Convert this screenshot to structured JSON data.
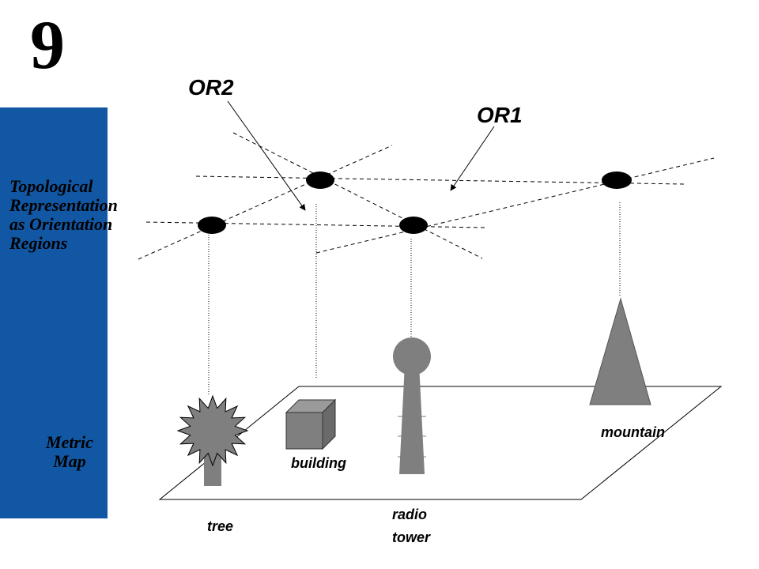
{
  "slide": {
    "number": "9"
  },
  "labels": {
    "topological": [
      "Topological",
      "Representation",
      "as Orientation",
      "Regions"
    ],
    "metric": [
      "Metric",
      "Map"
    ]
  },
  "regions": {
    "or1": "OR1",
    "or2": "OR2"
  },
  "landmarks": {
    "tree": "tree",
    "building": "building",
    "radio_tower": [
      "radio",
      "tower"
    ],
    "mountain": "mountain"
  },
  "colors": {
    "band": "#1257a4",
    "shape": "#7f7f7f",
    "node": "#000000"
  }
}
